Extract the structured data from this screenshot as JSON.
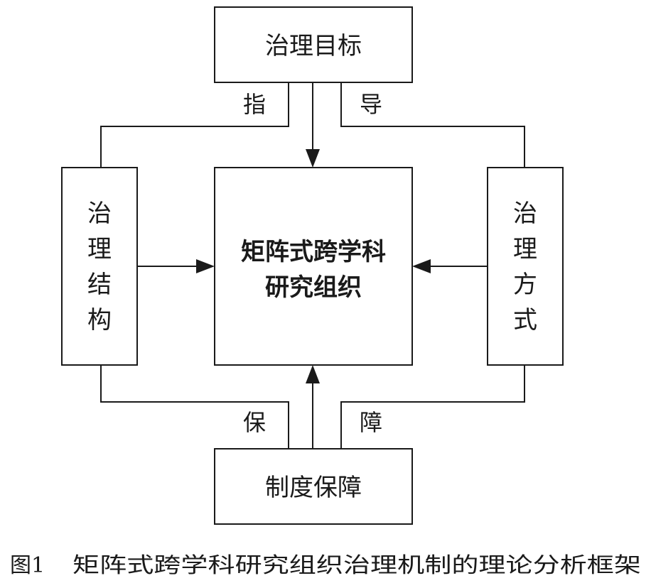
{
  "diagram": {
    "nodes": {
      "goal": {
        "label": "治理目标"
      },
      "structure": {
        "label": "治理结构"
      },
      "center": {
        "line1": "矩阵式跨学科",
        "line2": "研究组织"
      },
      "method": {
        "label": "治理方式"
      },
      "institution": {
        "label": "制度保障"
      }
    },
    "connectors": {
      "guide_left": "指",
      "guide_right": "导",
      "guarantee_left": "保",
      "guarantee_right": "障"
    },
    "caption": {
      "number": "图1",
      "title": "矩阵式跨学科研究组织治理机制的理论分析框架"
    }
  }
}
